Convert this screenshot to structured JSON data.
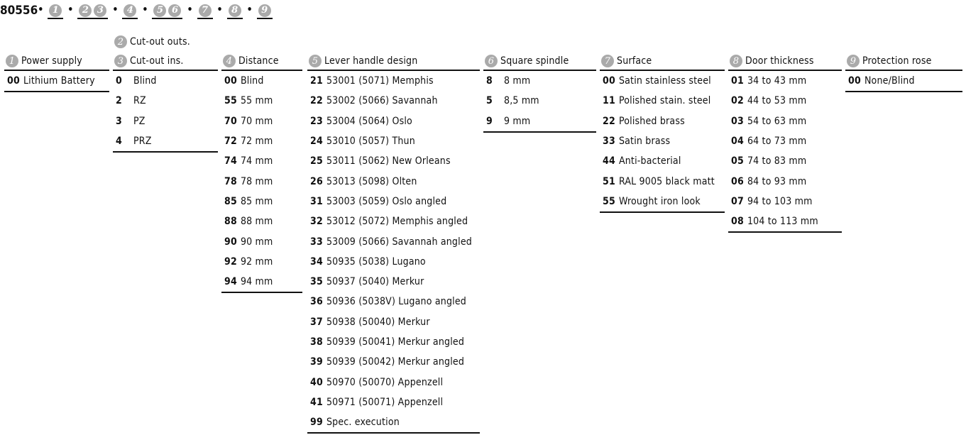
{
  "title": {
    "code": "80556",
    "slots": [
      [
        "1"
      ],
      [
        "2",
        "3"
      ],
      [
        "4"
      ],
      [
        "5",
        "6"
      ],
      [
        "7"
      ],
      [
        "8"
      ],
      [
        "9"
      ]
    ]
  },
  "columns": [
    {
      "badge": "1",
      "label": "Power supply",
      "rows": [
        [
          "00",
          "Lithium Battery"
        ]
      ]
    },
    {
      "pre_badge": "2",
      "pre_label": "Cut-out outs.",
      "badge": "3",
      "label": "Cut-out ins.",
      "codew": 20,
      "rows": [
        [
          "0",
          "Blind"
        ],
        [
          "2",
          "RZ"
        ],
        [
          "3",
          "PZ"
        ],
        [
          "4",
          "PRZ"
        ]
      ]
    },
    {
      "badge": "4",
      "label": "Distance",
      "rows": [
        [
          "00",
          "Blind"
        ],
        [
          "55",
          "55 mm"
        ],
        [
          "70",
          "70 mm"
        ],
        [
          "72",
          "72 mm"
        ],
        [
          "74",
          "74 mm"
        ],
        [
          "78",
          "78 mm"
        ],
        [
          "85",
          "85 mm"
        ],
        [
          "88",
          "88 mm"
        ],
        [
          "90",
          "90 mm"
        ],
        [
          "92",
          "92 mm"
        ],
        [
          "94",
          "94 mm"
        ]
      ]
    },
    {
      "badge": "5",
      "label": "Lever handle design",
      "rows": [
        [
          "21",
          "53001 (5071) Memphis"
        ],
        [
          "22",
          "53002 (5066) Savannah"
        ],
        [
          "23",
          "53004 (5064) Oslo"
        ],
        [
          "24",
          "53010 (5057) Thun"
        ],
        [
          "25",
          "53011 (5062) New Orleans"
        ],
        [
          "26",
          "53013 (5098) Olten"
        ],
        [
          "31",
          "53003 (5059) Oslo angled"
        ],
        [
          "32",
          "53012 (5072) Memphis angled"
        ],
        [
          "33",
          "53009 (5066) Savannah angled"
        ],
        [
          "34",
          "50935 (5038) Lugano"
        ],
        [
          "35",
          "50937 (5040) Merkur"
        ],
        [
          "36",
          "50936 (5038V) Lugano angled"
        ],
        [
          "37",
          "50938 (50040) Merkur"
        ],
        [
          "38",
          "50939 (50041) Merkur angled"
        ],
        [
          "39",
          "50939 (50042) Merkur angled"
        ],
        [
          "40",
          "50970 (50070) Appenzell"
        ],
        [
          "41",
          "50971 (50071) Appenzell"
        ],
        [
          "99",
          "Spec. execution"
        ]
      ]
    },
    {
      "badge": "6",
      "label": "Square spindle",
      "codew": 20,
      "rows": [
        [
          "8",
          "8 mm"
        ],
        [
          "5",
          "8,5 mm"
        ],
        [
          "9",
          "9 mm"
        ]
      ]
    },
    {
      "badge": "7",
      "label": "Surface",
      "rows": [
        [
          "00",
          "Satin stainless steel"
        ],
        [
          "11",
          "Polished stain. steel"
        ],
        [
          "22",
          "Polished brass"
        ],
        [
          "33",
          "Satin brass"
        ],
        [
          "44",
          "Anti-bacterial"
        ],
        [
          "51",
          "RAL 9005 black matt"
        ],
        [
          "55",
          "Wrought iron look"
        ]
      ]
    },
    {
      "badge": "8",
      "label": "Door thickness",
      "rows": [
        [
          "01",
          "34 to 43 mm"
        ],
        [
          "02",
          "44 to 53 mm"
        ],
        [
          "03",
          "54 to 63 mm"
        ],
        [
          "04",
          "64 to 73 mm"
        ],
        [
          "05",
          "74 to 83 mm"
        ],
        [
          "06",
          "84 to 93 mm"
        ],
        [
          "07",
          "94 to 103 mm"
        ],
        [
          "08",
          "104 to 113 mm"
        ]
      ]
    },
    {
      "badge": "9",
      "label": "Protection rose",
      "rows": [
        [
          "00",
          "None/Blind"
        ]
      ]
    }
  ]
}
